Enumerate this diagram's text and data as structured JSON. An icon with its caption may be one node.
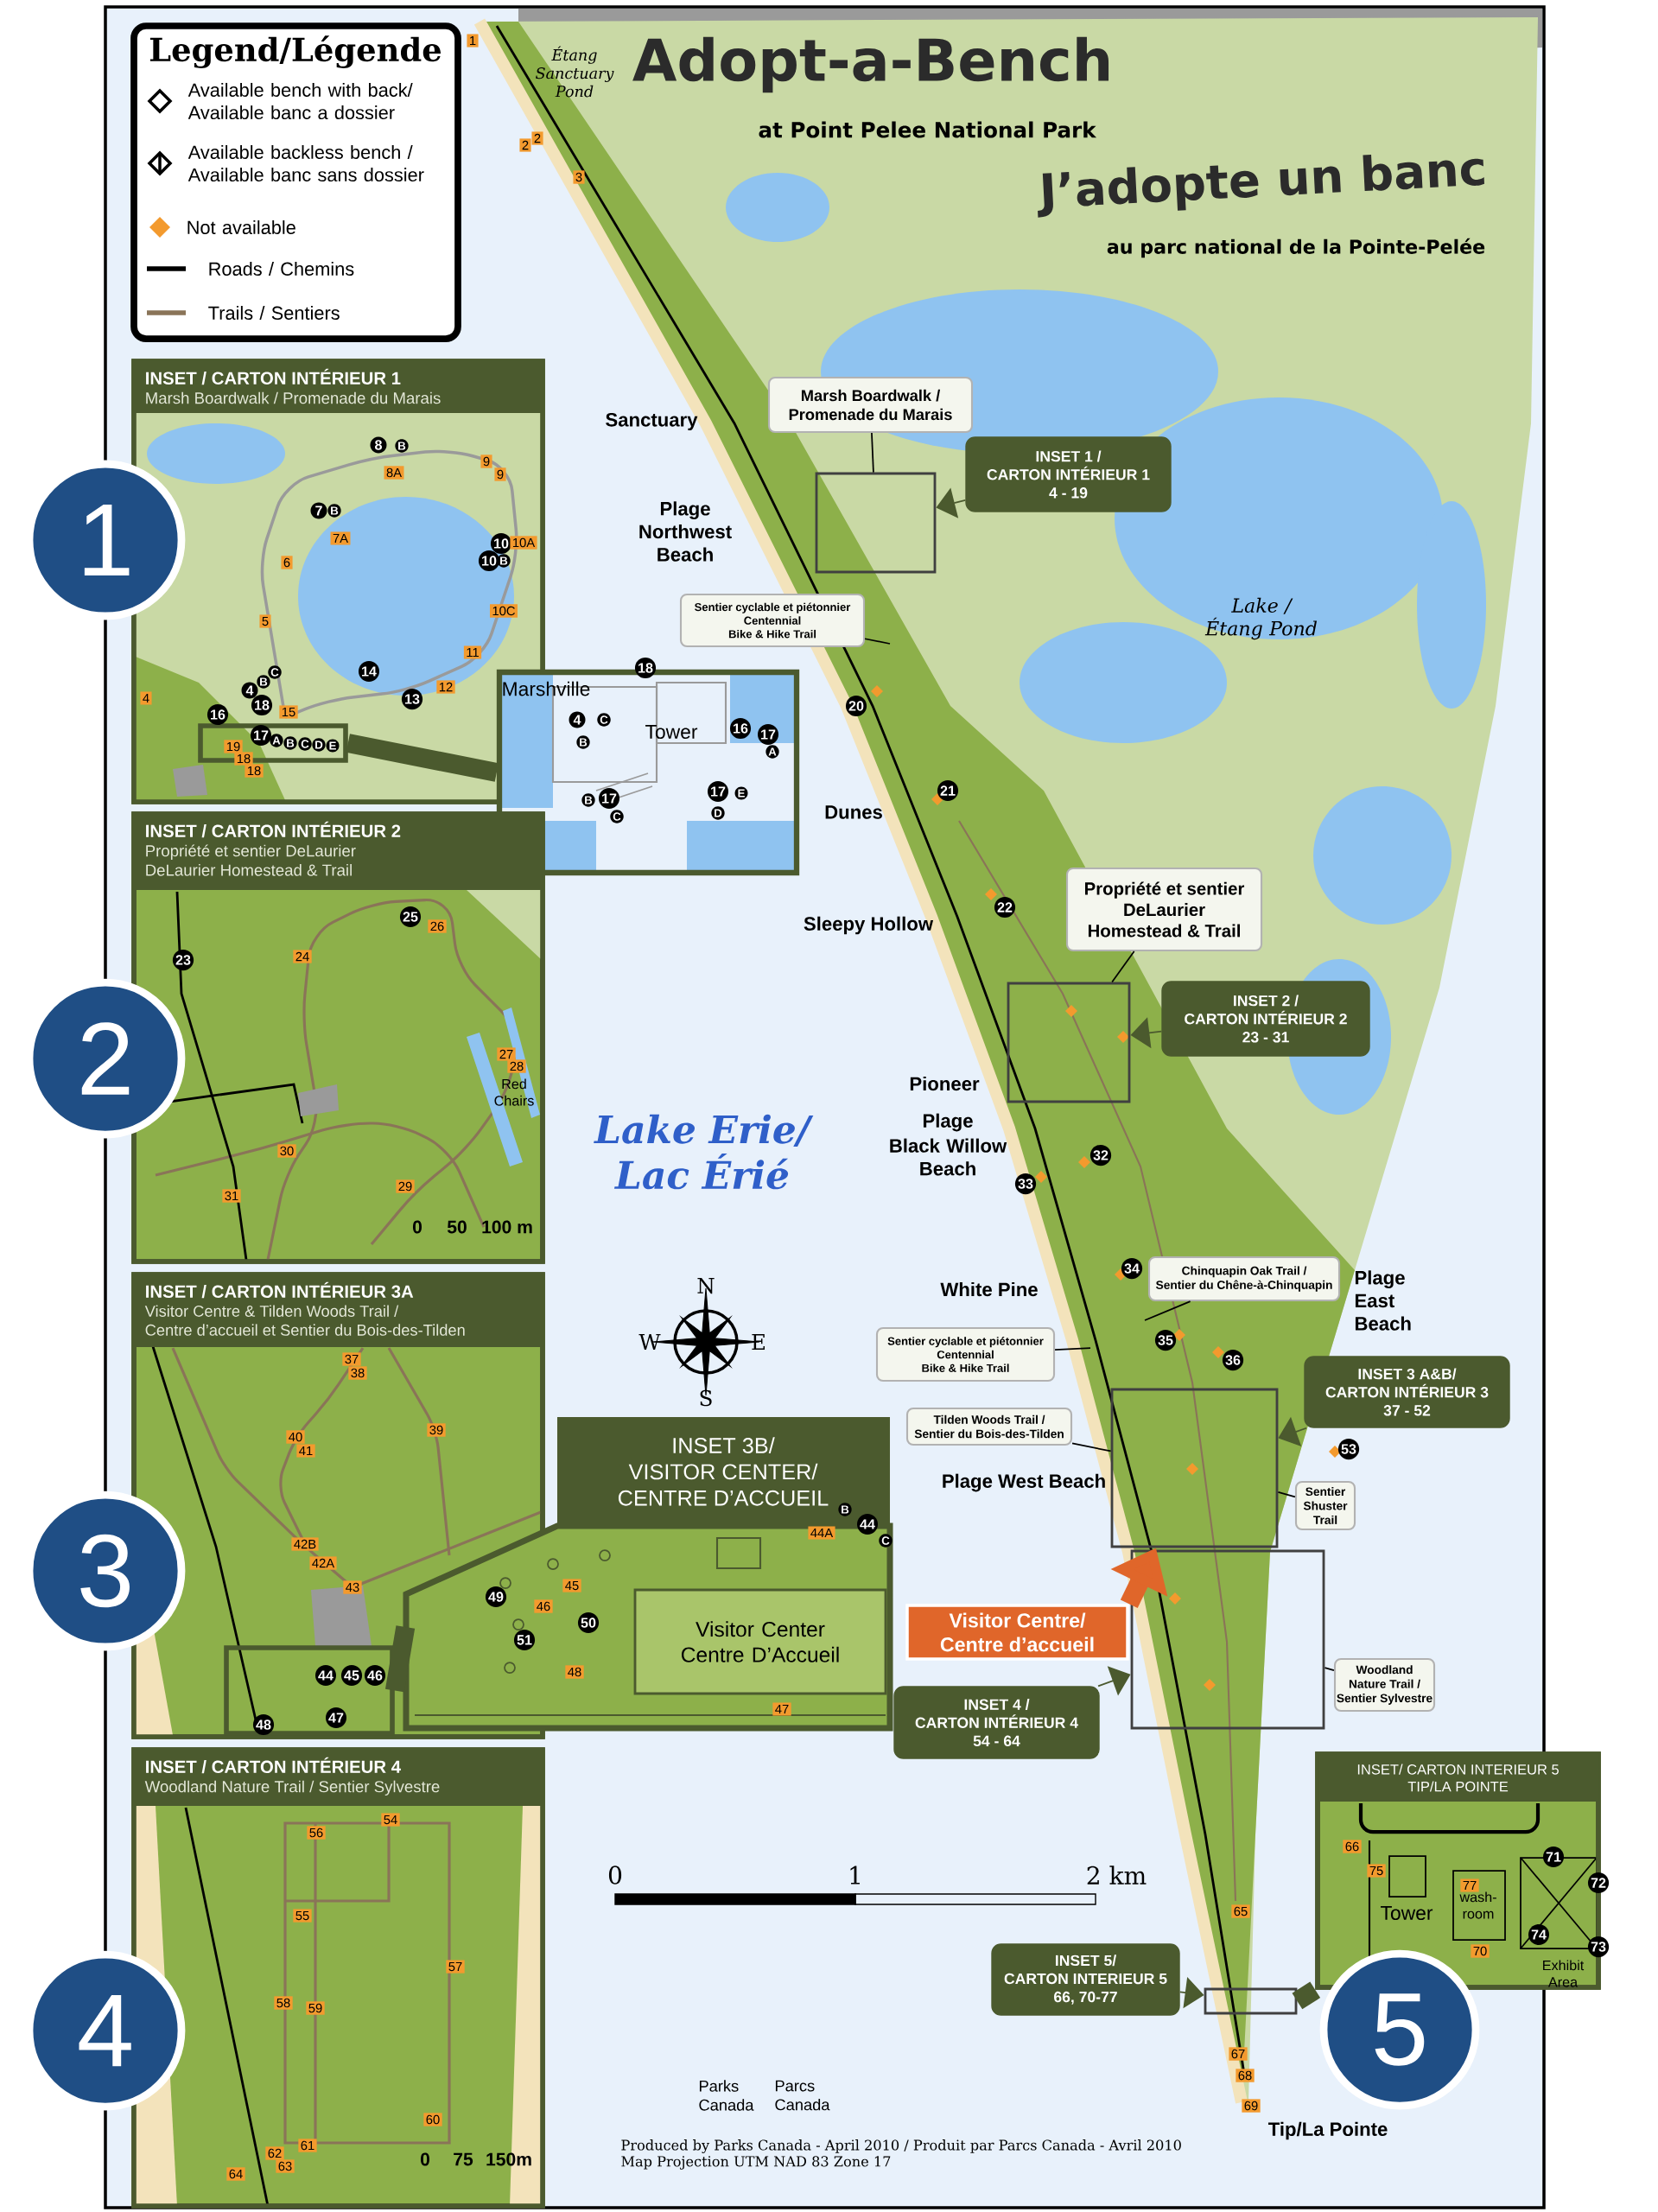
{
  "diagram": {
    "title": "Adopt-a-Bench",
    "nodes": [
      {
        "text": [
          "INSET / CARTON INTÉRIEUR 1",
          "Marsh Boardwalk / Promenade du Marais"
        ]
      },
      {
        "text": [],
        "shape": "box"
      },
      {
        "text": [
          "INSET / CARTON INTÉRIEUR 2",
          "Propriété et sentier DeLaurier",
          "DeLaurier Homestead & Trail"
        ]
      },
      {
        "text": [
          "INSET / CARTON INTÉRIEUR 3A",
          "Visitor Centre & Tilden Woods Trail /",
          "Centre d’accueil et Sentier du Bois-des-Tilden"
        ]
      },
      {
        "text": [
          "INSET 3B/",
          "VISITOR CENTER/",
          "CENTRE D’ACCUEIL"
        ]
      },
      {
        "text": [
          "INSET / CARTON INTÉRIEUR 4",
          "Woodland Nature Trail / Sentier Sylvestre"
        ]
      },
      {
        "text": [
          "INSET/ CARTON INTERIEUR 5",
          "TIP/LA POINTE"
        ]
      },
      {
        "text": [
          "Marsh Boardwalk /",
          "Promenade du Marais"
        ]
      },
      {
        "text": [
          "INSET 1 /",
          "CARTON INTÉRIEUR 1",
          "4 - 19"
        ]
      },
      {
        "text": [],
        "shape": "box"
      },
      {
        "text": [
          "Sentier cyclable et piétonnier",
          "Centennial",
          "Bike & Hike Trail"
        ]
      },
      {
        "text": [
          "Propriété et sentier",
          "DeLaurier",
          "Homestead & Trail"
        ]
      },
      {
        "text": [
          "INSET 2 /",
          "CARTON INTÉRIEUR 2",
          "23 - 31"
        ]
      },
      {
        "text": [],
        "shape": "box"
      },
      {
        "text": [
          "Chinquapin Oak Trail /",
          "Sentier du Chêne-à-Chinquapin"
        ]
      },
      {
        "text": [
          "Sentier cyclable et piétonnier",
          "Centennial",
          "Bike & Hike Trail"
        ]
      },
      {
        "text": [
          "Tilden Woods Trail /",
          "Sentier du Bois-des-Tilden"
        ]
      },
      {
        "text": [
          "INSET 3 A&B/",
          "CARTON INTÉRIEUR 3",
          "37 - 52"
        ]
      },
      {
        "text": [],
        "shape": "box"
      },
      {
        "text": [
          "Sentier",
          "Shuster",
          "Trail"
        ]
      },
      {
        "text": [
          "Visitor Centre/",
          "Centre d’accueil"
        ]
      },
      {
        "text": [
          "INSET 4 /",
          "CARTON INTÉRIEUR 4",
          "54 - 64"
        ]
      },
      {
        "text": [],
        "shape": "box"
      },
      {
        "text": [
          "Woodland",
          "Nature Trail /",
          "Sentier Sylvestre"
        ]
      },
      {
        "text": [
          "INSET 5/",
          "CARTON INTERIEUR 5",
          "66, 70-77"
        ]
      },
      {
        "text": [],
        "shape": "box"
      },
      {
        "text": [],
        "shape": "box",
        "in": 3
      },
      {
        "text": [],
        "shape": "box",
        "in": 0
      },
      {
        "text": [
          "1"
        ]
      },
      {
        "text": [
          "2"
        ]
      },
      {
        "text": [
          "3"
        ]
      },
      {
        "text": [
          "4"
        ]
      },
      {
        "text": [
          "5"
        ]
      }
    ],
    "edges": [
      {
        "from": 7,
        "to": 9,
        "arrow": "none"
      },
      {
        "from": 8,
        "to": 9,
        "arrow": "to",
        "color": "#4b5a2e"
      },
      {
        "from": 10,
        "to": null,
        "arrow": "none"
      },
      {
        "from": 11,
        "to": 13,
        "arrow": "none"
      },
      {
        "from": 12,
        "to": 13,
        "arrow": "to",
        "color": "#4b5a2e"
      },
      {
        "from": 14,
        "to": null,
        "arrow": "none"
      },
      {
        "from": 15,
        "to": null,
        "arrow": "none"
      },
      {
        "from": 16,
        "to": 18,
        "arrow": "none"
      },
      {
        "from": 17,
        "to": 18,
        "arrow": "to",
        "color": "#4b5a2e"
      },
      {
        "from": 19,
        "to": 18,
        "arrow": "none"
      },
      {
        "from": 20,
        "to": 18,
        "arrow": "to",
        "style": "thick",
        "color": "#e0662a"
      },
      {
        "from": 21,
        "to": 22,
        "arrow": "to",
        "color": "#4b5a2e"
      },
      {
        "from": 23,
        "to": 22,
        "arrow": "none"
      },
      {
        "from": 24,
        "to": 25,
        "arrow": "to",
        "color": "#4b5a2e"
      },
      {
        "from": 25,
        "to": 6,
        "arrow": "none",
        "style": "thick",
        "color": "#4b5a2e"
      },
      {
        "from": 26,
        "to": 4,
        "arrow": "none",
        "style": "thick",
        "color": "#4b5a2e"
      },
      {
        "from": 27,
        "to": 1,
        "arrow": "none",
        "style": "thick",
        "color": "#4b5a2e"
      }
    ],
    "labels": [
      "Legend/Légende",
      "Étang Sanctuary Pond",
      "at Point Pelee National Park",
      "J’adopte un banc",
      "au parc national de la Pointe-Pelée",
      "1",
      "2",
      "2",
      "3",
      "Sanctuary",
      "Plage Northwest Beach",
      "Lake / Étang Pond",
      "20",
      "21",
      "Dunes",
      "22",
      "Sleepy Hollow",
      "Pioneer",
      "Plage",
      "Black Willow Beach",
      "Lake Erie/ Lac Érié",
      "32",
      "33",
      "34",
      "White Pine",
      "Plage East Beach",
      "35",
      "36",
      "53",
      "Plage West Beach",
      "N",
      "W",
      "E",
      "S",
      "0",
      "1",
      "2 km",
      "65",
      "67",
      "68",
      "69",
      "Parks Canada",
      "Parcs Canada",
      "Tip/La Pointe",
      "Produced by Parks Canada - April 2010 / Produit par Parcs Canada - Avril 2010",
      "Map Projection UTM NAD 83 Zone 17",
      "8",
      "B",
      "8A",
      "9",
      "9",
      "7",
      "B",
      "7A",
      "6",
      "10",
      "10A",
      "10",
      "B",
      "5",
      "10C",
      "11",
      "14",
      "12",
      "13",
      "C",
      "B",
      "4",
      "4",
      "16",
      "18",
      "15",
      "19",
      "17",
      "A",
      "B",
      "C",
      "D",
      "E",
      "18",
      "18",
      "Marshville",
      "18",
      "4",
      "C",
      "Tower",
      "16",
      "17",
      "B",
      "A",
      "B",
      "17",
      "17",
      "E",
      "C",
      "D",
      "25",
      "26",
      "23",
      "24",
      "27",
      "28",
      "Red Chairs",
      "30",
      "29",
      "31",
      "0",
      "50",
      "100 m",
      "37",
      "38",
      "39",
      "40",
      "41",
      "42B",
      "42A",
      "43",
      "44",
      "45",
      "46",
      "47",
      "48",
      "B",
      "44A",
      "44",
      "C",
      "45",
      "49",
      "46",
      "50",
      "Visitor Center Centre D’Accueil",
      "51",
      "48",
      "47",
      "54",
      "56",
      "55",
      "57",
      "58",
      "59",
      "60",
      "61",
      "62",
      "63",
      "64",
      "0",
      "75",
      "150m",
      "66",
      "71",
      "75",
      "77",
      "72",
      "Tower",
      "wash-room",
      "74",
      "73",
      "70",
      "Exhibit Area"
    ],
    "legend": [
      {
        "text": "Available bench with back/ Available banc a dossier"
      },
      {
        "text": "Available backless bench / Available banc sans dossier"
      },
      {
        "text": "Not available",
        "color": "#f39a2e"
      },
      {
        "text": "Roads / Chemins"
      },
      {
        "text": "Trails / Sentiers"
      }
    ]
  }
}
